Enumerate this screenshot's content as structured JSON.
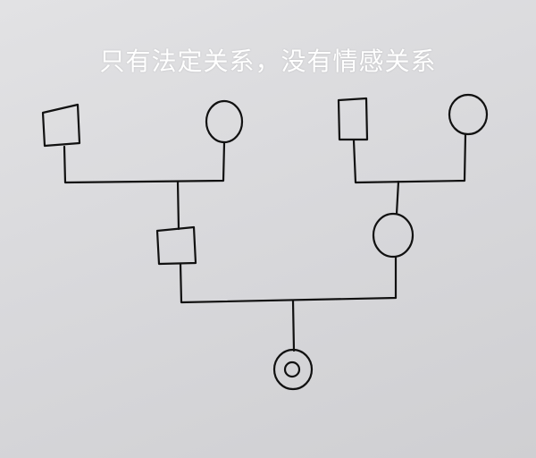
{
  "title": "只有法定关系，没有情感关系",
  "colors": {
    "background": "#d9d9dc",
    "ink": "#111111",
    "title_text": "#ffffff"
  },
  "genogram": {
    "left_grandfather": "male-square",
    "left_grandmother": "female-circle",
    "right_grandfather": "male-square",
    "right_grandmother": "female-circle",
    "father": "male-square",
    "mother": "female-circle",
    "child": "female-index-person-double-circle"
  }
}
